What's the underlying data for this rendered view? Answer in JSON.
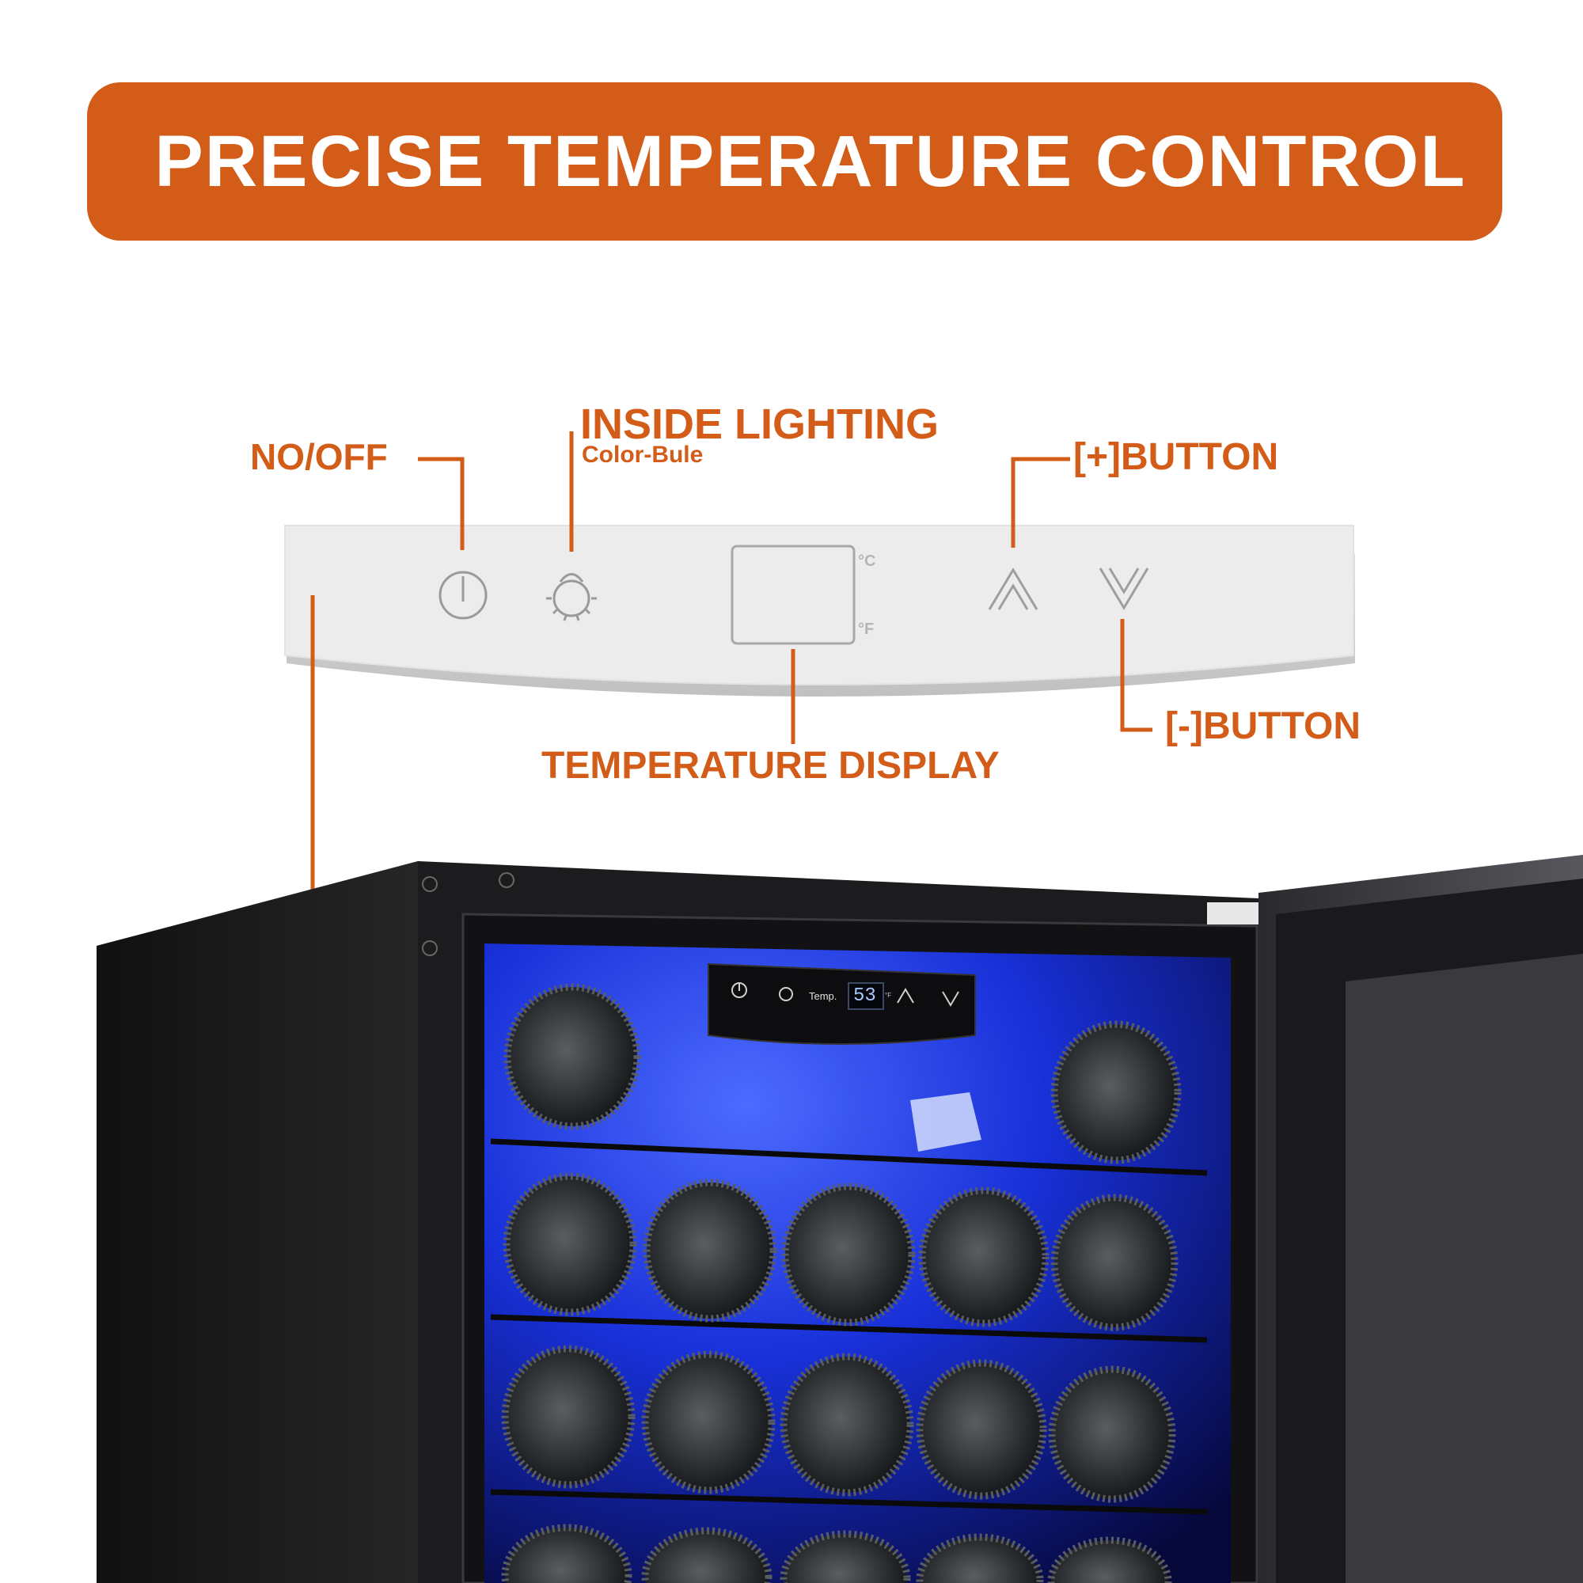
{
  "banner": {
    "title": "PRECISE TEMPERATURE CONTROL",
    "color": "#d25c18"
  },
  "callouts": {
    "power": "NO/OFF",
    "lighting_title": "INSIDE LIGHTING",
    "lighting_sub": "Color-Bule",
    "plus": "[+]BUTTON",
    "minus": "[-]BUTTON",
    "display": "TEMPERATURE DISPLAY"
  },
  "control_panel": {
    "unit_c": "°C",
    "unit_f": "°F",
    "icons": [
      "power-icon",
      "bulb-icon",
      "up-chevron-icon",
      "down-chevron-icon"
    ]
  },
  "fridge_panel": {
    "temp_label": "Temp.",
    "temp_value": "53",
    "unit": "°F"
  },
  "colors": {
    "accent": "#d25c18",
    "interior_light": "#1a3cff",
    "cabinet": "#1c1c1e"
  }
}
